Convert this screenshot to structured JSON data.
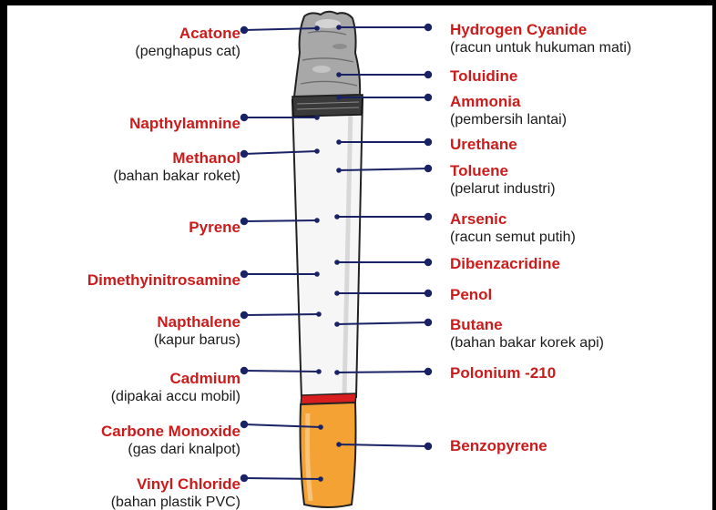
{
  "colors": {
    "label": "#cc1b1b",
    "note": "#1b1b1b",
    "leader": "#1a2266",
    "paper": "#f6f6f6",
    "filter": "#f3a233",
    "ring": "#d81e1e"
  },
  "left": [
    {
      "name": "Acatone",
      "note": "(penghapus cat)"
    },
    {
      "name": "Napthylamnine",
      "note": ""
    },
    {
      "name": "Methanol",
      "note": "(bahan bakar roket)"
    },
    {
      "name": "Pyrene",
      "note": ""
    },
    {
      "name": "Dimethyinitrosamine",
      "note": ""
    },
    {
      "name": "Napthalene",
      "note": "(kapur barus)"
    },
    {
      "name": "Cadmium",
      "note": "(dipakai accu mobil)"
    },
    {
      "name": "Carbone Monoxide",
      "note": "(gas dari knalpot)"
    },
    {
      "name": "Vinyl Chloride",
      "note": "(bahan plastik PVC)"
    }
  ],
  "right": [
    {
      "name": "Hydrogen Cyanide",
      "note": "(racun untuk hukuman mati)"
    },
    {
      "name": "Toluidine",
      "note": ""
    },
    {
      "name": "Ammonia",
      "note": "(pembersih lantai)"
    },
    {
      "name": "Urethane",
      "note": ""
    },
    {
      "name": "Toluene",
      "note": "(pelarut industri)"
    },
    {
      "name": "Arsenic",
      "note": "(racun semut putih)"
    },
    {
      "name": "Dibenzacridine",
      "note": ""
    },
    {
      "name": "Penol",
      "note": ""
    },
    {
      "name": "Butane",
      "note": "(bahan bakar korek api)"
    },
    {
      "name": "Polonium -210",
      "note": ""
    },
    {
      "name": "Benzopyrene",
      "note": ""
    }
  ]
}
